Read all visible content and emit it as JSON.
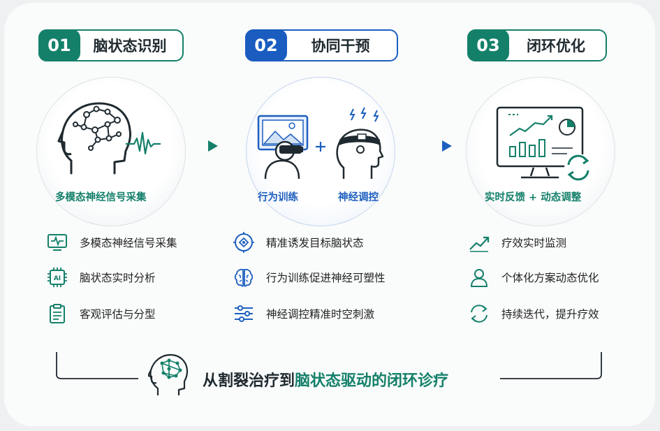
{
  "steps": [
    {
      "num": "01",
      "title": "脑状态识别",
      "caption": "多模态神经信号采集"
    },
    {
      "num": "02",
      "title": "协同干预",
      "caption_left": "行为训练",
      "caption_right": "神经调控"
    },
    {
      "num": "03",
      "title": "闭环优化",
      "caption": "实时反馈 + 动态调整"
    }
  ],
  "features": {
    "col1": [
      "多模态神经信号采集",
      "脑状态实时分析",
      "客观评估与分型"
    ],
    "col2": [
      "精准诱发目标脑状态",
      "行为训练促进神经可塑性",
      "神经调控精准时空刺激"
    ],
    "col3": [
      "疗效实时监测",
      "个体化方案动态优化",
      "持续迭代，提升疗效"
    ]
  },
  "icon_labels": {
    "ai_chip": "AI"
  },
  "bottom": {
    "prefix": "从割裂治疗到",
    "highlight": "脑状态驱动的闭环诊疗"
  },
  "colors": {
    "green": "#14806a",
    "blue": "#1d5fbf",
    "text": "#1f2a30"
  }
}
